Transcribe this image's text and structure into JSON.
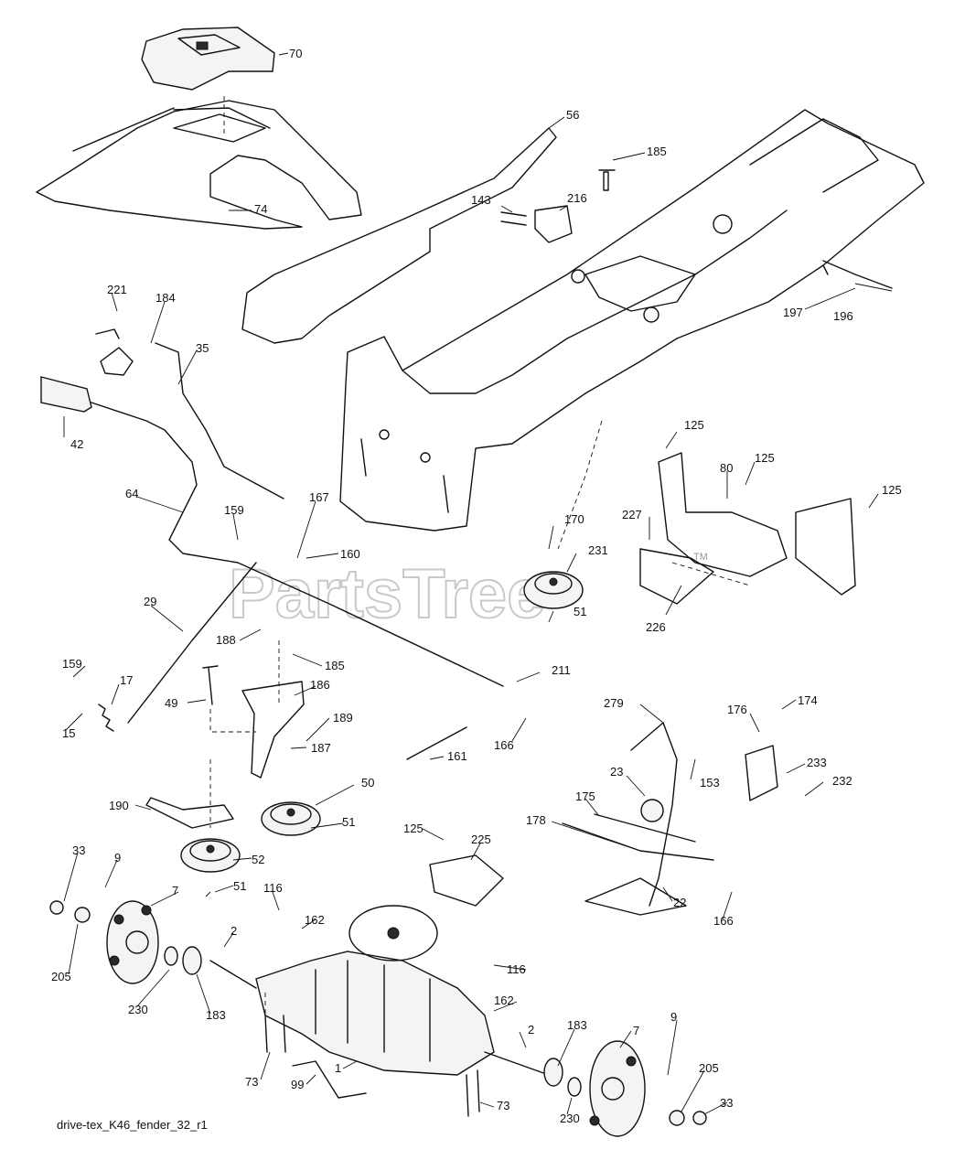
{
  "watermark": "PartsTree",
  "watermark_tm": "TM",
  "caption": "drive-tex_K46_fender_32_r1",
  "labels": [
    "70",
    "56",
    "185",
    "74",
    "143",
    "216",
    "197",
    "196",
    "221",
    "184",
    "35",
    "42",
    "125",
    "80",
    "125",
    "125",
    "64",
    "159",
    "167",
    "160",
    "170",
    "231",
    "227",
    "51",
    "226",
    "29",
    "188",
    "185",
    "211",
    "186",
    "159",
    "17",
    "49",
    "189",
    "15",
    "166",
    "187",
    "161",
    "279",
    "174",
    "176",
    "153",
    "233",
    "23",
    "232",
    "50",
    "175",
    "190",
    "178",
    "51",
    "125",
    "225",
    "33",
    "9",
    "52",
    "7",
    "51",
    "22",
    "166",
    "116",
    "162",
    "2",
    "205",
    "116",
    "230",
    "183",
    "162",
    "183",
    "9",
    "7",
    "2",
    "73",
    "205",
    "1",
    "99",
    "230",
    "73",
    "33"
  ]
}
